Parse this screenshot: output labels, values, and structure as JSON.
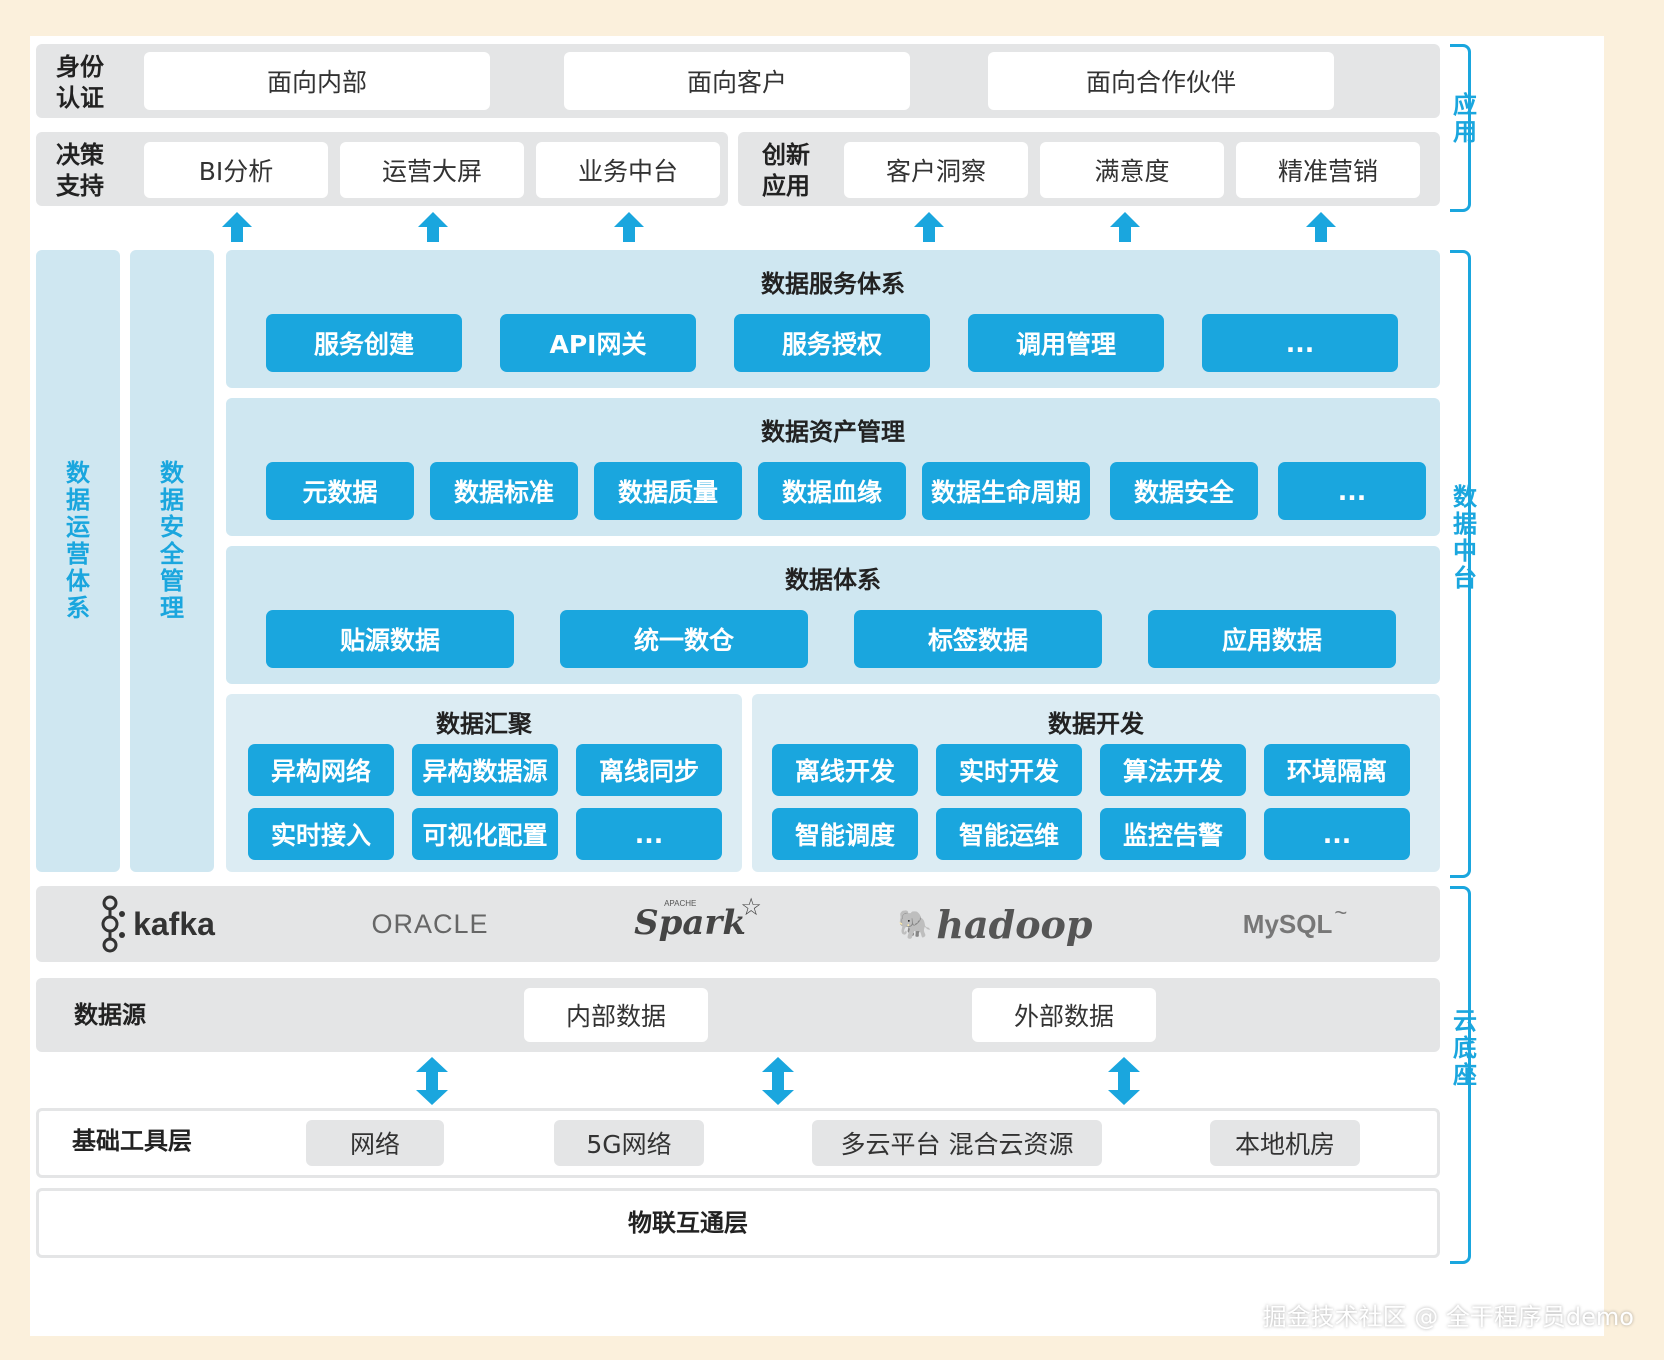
{
  "app": {
    "identity": {
      "label": "身份\n认证",
      "items": [
        "面向内部",
        "面向客户",
        "面向合作伙伴"
      ]
    },
    "decision": {
      "label": "决策\n支持",
      "items": [
        "BI分析",
        "运营大屏",
        "业务中台"
      ]
    },
    "innovation": {
      "label": "创新\n应用",
      "items": [
        "客户洞察",
        "满意度",
        "精准营销"
      ]
    }
  },
  "left_columns": [
    "数据运营体系",
    "数据安全管理"
  ],
  "service": {
    "title": "数据服务体系",
    "items": [
      "服务创建",
      "API网关",
      "服务授权",
      "调用管理",
      "..."
    ]
  },
  "asset": {
    "title": "数据资产管理",
    "items": [
      "元数据",
      "数据标准",
      "数据质量",
      "数据血缘",
      "数据生命周期",
      "数据安全",
      "..."
    ]
  },
  "system": {
    "title": "数据体系",
    "items": [
      "贴源数据",
      "统一数仓",
      "标签数据",
      "应用数据"
    ]
  },
  "aggregation": {
    "title": "数据汇聚",
    "items": [
      "异构网络",
      "异构数据源",
      "离线同步",
      "实时接入",
      "可视化配置",
      "..."
    ]
  },
  "development": {
    "title": "数据开发",
    "items": [
      "离线开发",
      "实时开发",
      "算法开发",
      "环境隔离",
      "智能调度",
      "智能运维",
      "监控告警",
      "..."
    ]
  },
  "tech_logos": [
    {
      "name": "kafka",
      "text": "kafka",
      "icon": "kafka-icon"
    },
    {
      "name": "oracle",
      "text": "ORACLE"
    },
    {
      "name": "spark",
      "text": "Spark",
      "small": "APACHE"
    },
    {
      "name": "hadoop",
      "text": "hadoop"
    },
    {
      "name": "mysql",
      "text": "MySQL"
    }
  ],
  "datasource": {
    "label": "数据源",
    "items": [
      "内部数据",
      "外部数据"
    ]
  },
  "infra": {
    "label": "基础工具层",
    "items": [
      "网络",
      "5G网络",
      "多云平台 混合云资源",
      "本地机房"
    ]
  },
  "iot": {
    "label": "物联互通层"
  },
  "side_labels": [
    "应用",
    "数据中台",
    "云底座"
  ],
  "watermark": "掘金技术社区 @ 全干程序员demo",
  "colors": {
    "accent": "#1aa6de",
    "light_panel": "#cfe7f1",
    "grey_band": "#e4e5e6",
    "background": "#fbf0dc"
  }
}
